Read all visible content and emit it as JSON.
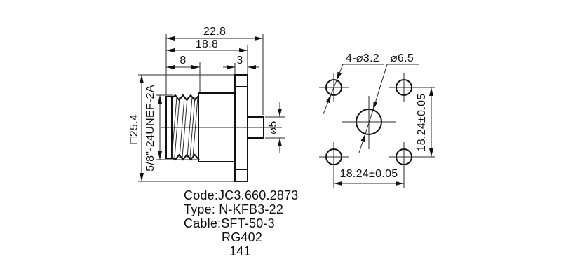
{
  "drawing": {
    "side_view": {
      "dim_total_length": "22.8",
      "dim_body_length": "18.8",
      "dim_thread_length": "8",
      "dim_flange_thickness": "3",
      "dim_flange_square": "□25.4",
      "thread_spec": "5/8\"-24UNEF-2A",
      "dim_pin_diameter": "⌀5"
    },
    "front_view": {
      "label_mounting_holes": "4-⌀3.2",
      "label_center_hole": "⌀6.5",
      "dim_hole_spacing_horizontal": "18.24±0.05",
      "dim_hole_spacing_vertical": "18.24±0.05"
    },
    "notes": {
      "line1": "Code:JC3.660.2873",
      "line2": "Type: N-KFB3-22",
      "line3": "Cable:SFT-50-3",
      "line4": "RG402",
      "line5": "141"
    },
    "colors": {
      "line": "#111111",
      "background": "#ffffff"
    }
  }
}
